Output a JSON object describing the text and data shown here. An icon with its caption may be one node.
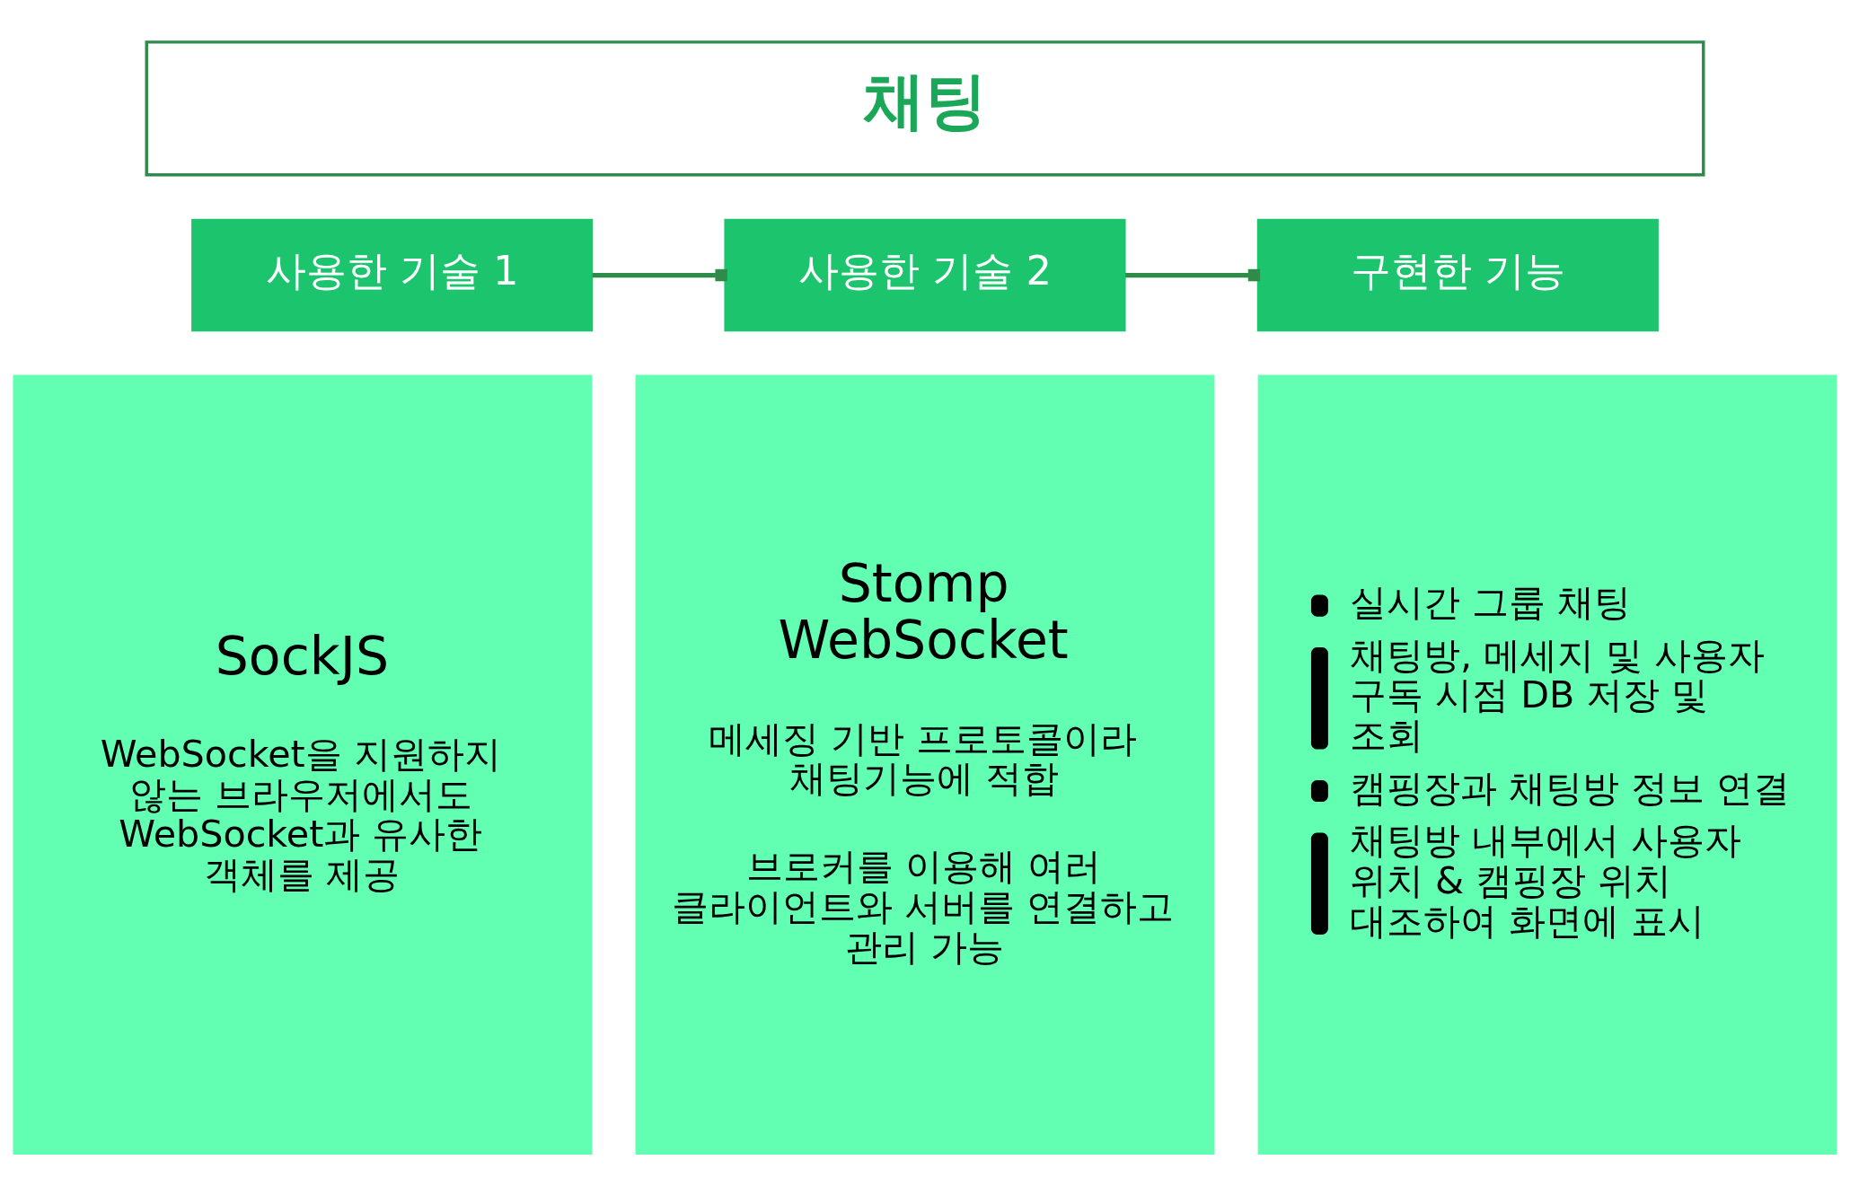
{
  "diagram": {
    "nodes": [
      {
        "text": [
          "채팅"
        ]
      },
      {
        "text": [
          "사용한 기술 1"
        ]
      },
      {
        "text": [
          "사용한 기술 2"
        ]
      },
      {
        "text": [
          "구현한 기능"
        ]
      },
      {
        "text": [
          "SockJS",
          "WebSocket을 지원하지 않는 브라우저에서도 WebSocket과 유사한 객체를 제공"
        ]
      },
      {
        "text": [
          "Stomp WebSocket",
          "메세징 기반 프로토콜이라 채팅기능에 적합",
          "브로커를 이용해 여러 클라이언트와 서버를 연결하고 관리 가능"
        ]
      },
      {
        "text": [
          "실시간 그룹 채팅",
          "채팅방, 메세지 및 사용자 구독 시점 DB 저장 및 조회",
          "캠핑장과 채팅방 정보 연결",
          "채팅방 내부에서 사용자 위치 & 캠핑장 위치 대조하여 화면에 표시"
        ]
      }
    ],
    "edges": [
      {
        "from": 1,
        "to": 2,
        "arrow": "other"
      },
      {
        "from": 2,
        "to": 3,
        "arrow": "other"
      }
    ]
  }
}
